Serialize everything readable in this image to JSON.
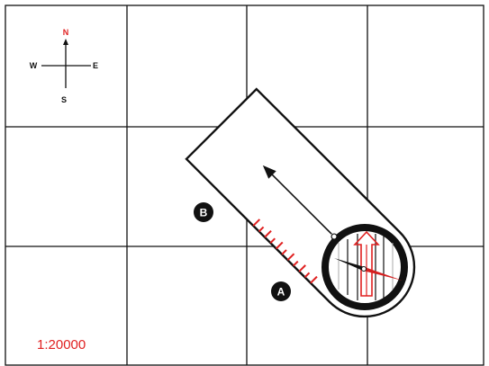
{
  "compass_rose": {
    "north": "N",
    "south": "S",
    "east": "E",
    "west": "W"
  },
  "markers": {
    "start": "A",
    "end": "B"
  },
  "scale": "1:20000",
  "colors": {
    "grid": "#111111",
    "north": "#e02020",
    "scale_text": "#e02020",
    "baseplate_ruler": "#e02020",
    "needle_north": "#d42020",
    "needle_south": "#111111",
    "marker_fill": "#111111",
    "orienting_arrow": "#e02020"
  },
  "icons": {
    "rose": "compass-rose-icon",
    "travel_arrow": "direction-of-travel-arrow-icon",
    "needle": "magnetic-needle-icon",
    "orienting_arrow": "orienting-arrow-icon"
  }
}
